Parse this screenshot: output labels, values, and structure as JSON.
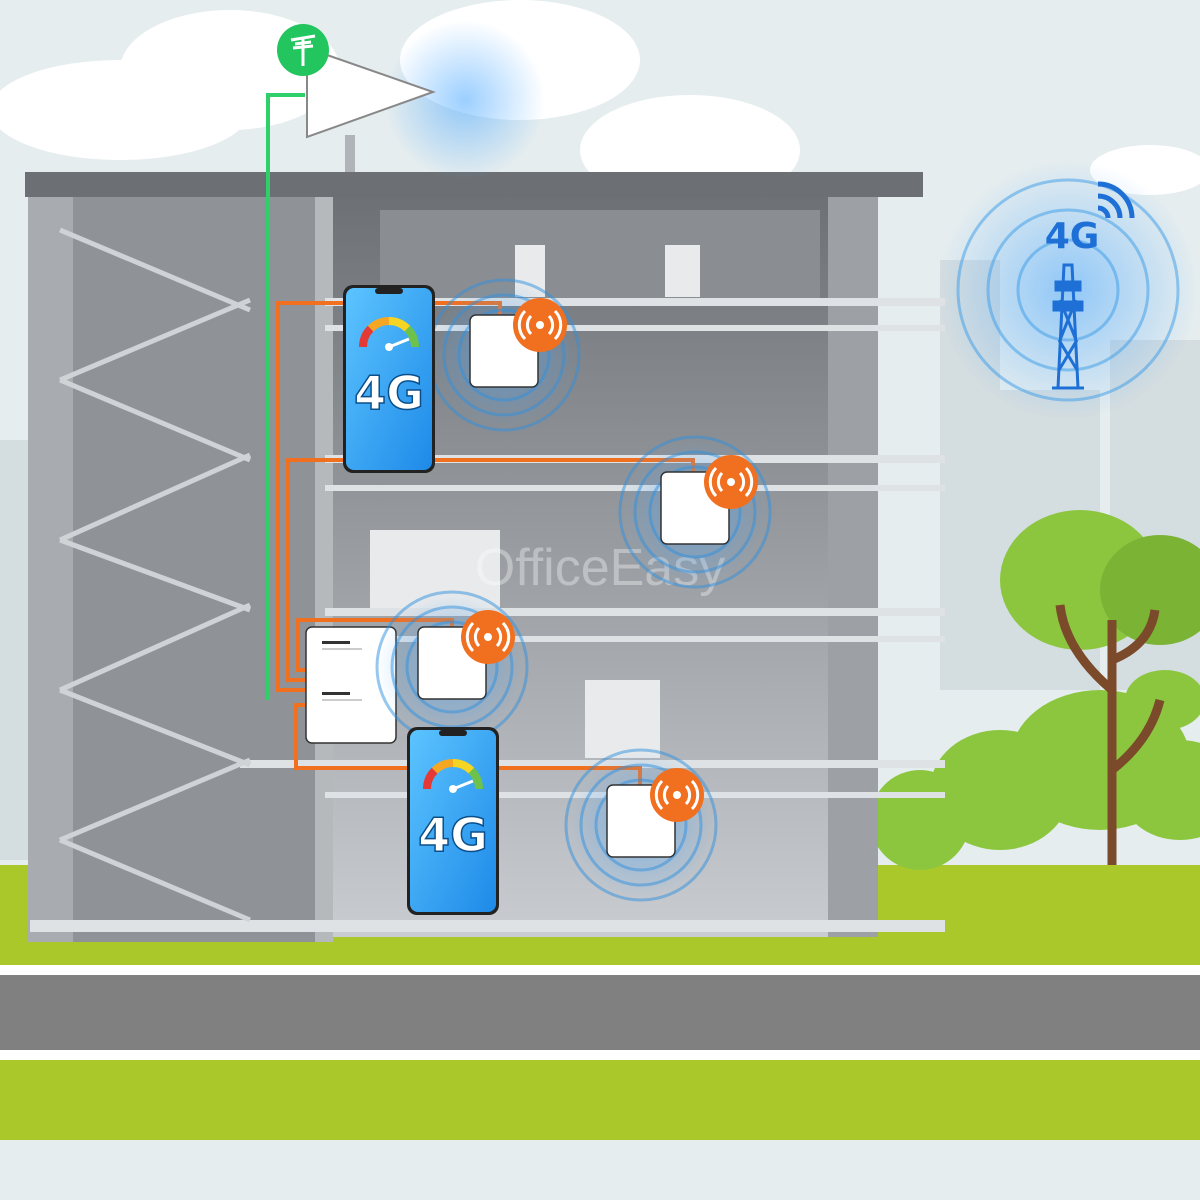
{
  "phones": [
    {
      "label": "4G",
      "signal": "strong"
    },
    {
      "label": "4G",
      "signal": "strong"
    }
  ],
  "tower": {
    "label": "4G"
  },
  "watermark": "OfficeEasy",
  "colors": {
    "sky": "#e5edef",
    "grass": "#aac82a",
    "road": "#808080",
    "cable_orange": "#f07020",
    "cable_green": "#2fd06a",
    "antenna_green": "#22c55e",
    "phone_blue": "#2aa0ee",
    "signal_blue": "#2e8fe0",
    "tree_green": "#8cc63f",
    "trunk": "#7a4a2a"
  },
  "indoor_antenna_count": 4
}
